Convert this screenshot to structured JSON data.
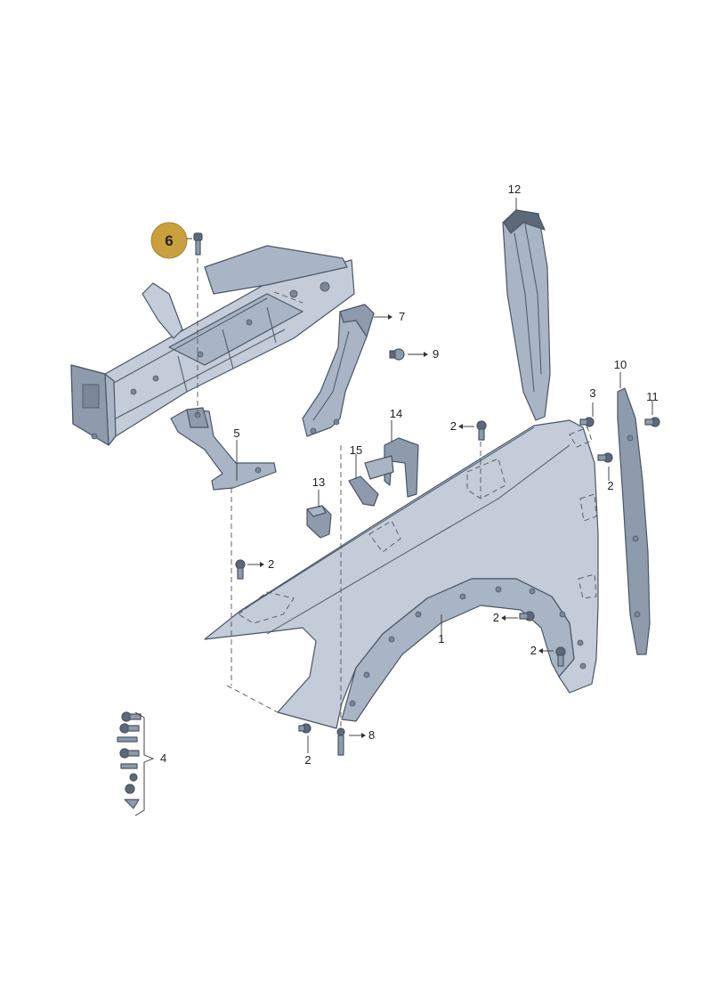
{
  "badge": {
    "label": "6",
    "color": "#c9a03c"
  },
  "callouts": [
    {
      "id": "c1",
      "text": "1"
    },
    {
      "id": "c2a",
      "text": "2"
    },
    {
      "id": "c2b",
      "text": "2"
    },
    {
      "id": "c2c",
      "text": "2"
    },
    {
      "id": "c2d",
      "text": "2"
    },
    {
      "id": "c2e",
      "text": "2"
    },
    {
      "id": "c2f",
      "text": "2"
    },
    {
      "id": "c3",
      "text": "3"
    },
    {
      "id": "c4",
      "text": "4"
    },
    {
      "id": "c5",
      "text": "5"
    },
    {
      "id": "c7",
      "text": "7"
    },
    {
      "id": "c8",
      "text": "8"
    },
    {
      "id": "c9",
      "text": "9"
    },
    {
      "id": "c10",
      "text": "10"
    },
    {
      "id": "c11",
      "text": "11"
    },
    {
      "id": "c12",
      "text": "12"
    },
    {
      "id": "c13",
      "text": "13"
    },
    {
      "id": "c14",
      "text": "14"
    },
    {
      "id": "c15",
      "text": "15"
    }
  ],
  "colors": {
    "panel_light": "#c3ccd8",
    "panel_mid": "#a9b5c5",
    "panel_dark": "#8e9bad",
    "outline": "#4a5666"
  }
}
